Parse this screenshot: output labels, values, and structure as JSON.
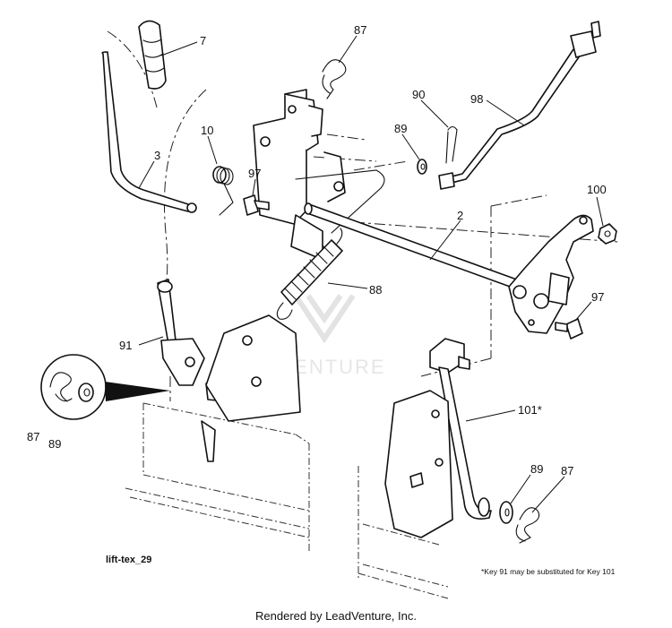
{
  "diagram_code": "lift-tex_29",
  "footer": "Rendered by LeadVenture, Inc.",
  "watermark": "LEADVENTURE",
  "note": "*Key 91 may be substituted for Key 101",
  "callouts": {
    "c7": "7",
    "c87_top": "87",
    "c10": "10",
    "c3": "3",
    "c97_left": "97",
    "c90": "90",
    "c89_top": "89",
    "c98": "98",
    "c2": "2",
    "c100": "100",
    "c88": "88",
    "c97_right": "97",
    "c91": "91",
    "c87_left": "87",
    "c89_left": "89",
    "c101": "101*",
    "c89_bottom": "89",
    "c87_bottom": "87"
  }
}
